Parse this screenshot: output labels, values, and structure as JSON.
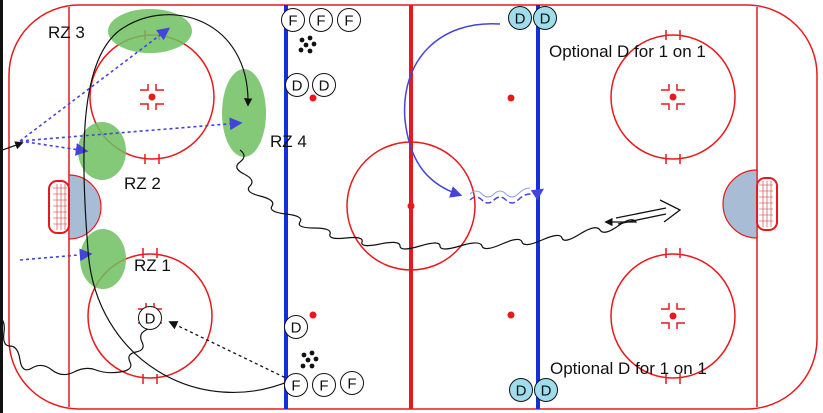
{
  "zones": [
    {
      "id": "rz3",
      "label": "RZ 3"
    },
    {
      "id": "rz4",
      "label": "RZ 4"
    },
    {
      "id": "rz2",
      "label": "RZ 2"
    },
    {
      "id": "rz1",
      "label": "RZ 1"
    }
  ],
  "notes": {
    "top": "Optional D for 1 on 1",
    "bottom": "Optional D for 1 on 1"
  },
  "markers": {
    "forward": "F",
    "defense": "D"
  },
  "colors": {
    "red_line": "#e8191c",
    "blue_line": "#1530d8",
    "zone_fill": "#6dbf60",
    "crease_fill": "#a9bcd6",
    "d_highlight": "#9fdcec",
    "pass_arrow": "#4444dd",
    "skate_path": "#111111"
  }
}
